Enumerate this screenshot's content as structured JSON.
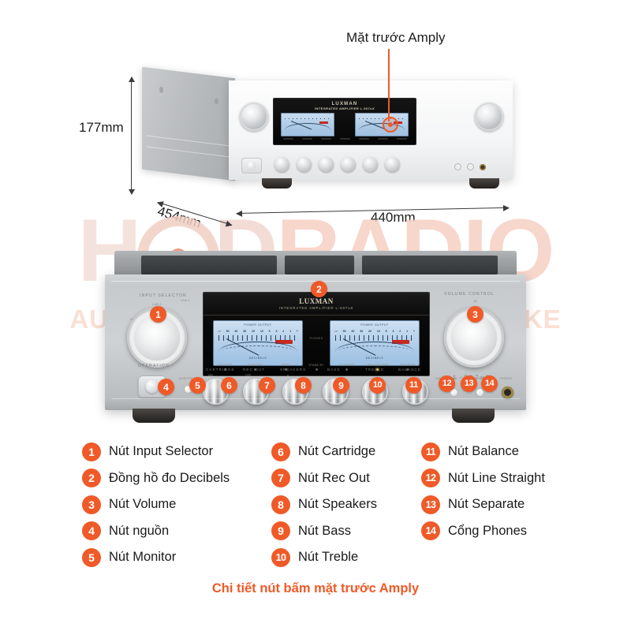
{
  "callout": {
    "label": "Mặt trước Amply"
  },
  "dimensions": {
    "height": "177mm",
    "depth": "454mm",
    "width": "440mm"
  },
  "watermark": {
    "brand_h": "H",
    "brand_d": "D",
    "brand_radio": "RADIO",
    "tagline": "AUDIO - HOME THEATER - KARAOKE"
  },
  "amplifier": {
    "brand": "LUXMAN",
    "brand_sub": "INTEGRATED AMPLIFIER L-507uX",
    "model": "L-507uX",
    "input_selector_label": "INPUT SELECTOR",
    "volume_control_label": "VOLUME CONTROL",
    "volume_unit": "dB",
    "operation_label": "OPERATION",
    "monitor_label": "MONITOR",
    "phones_label": "PHONES",
    "input_positions": [
      "LINE-1",
      "LINE-2",
      "LINE-3",
      "LINE-4",
      "BAL. LINE-1",
      "BAL. LINE-2",
      "PHONO"
    ],
    "vu_meter": {
      "title": "POWER OUTPUT",
      "unit_label": "DECIBELS",
      "scale": [
        "-∞",
        "50",
        "40",
        "30",
        "20",
        "10",
        "5",
        "3",
        "2",
        "1",
        "+"
      ]
    },
    "display_buttons": [
      {
        "label": "MONITOR",
        "active": false
      },
      {
        "label": "SUBSONIC",
        "active": false
      },
      {
        "label": "MONO",
        "active": false
      },
      {
        "label": "STAND BY",
        "active": false
      },
      {
        "label": "LOUDNESS",
        "active": false
      },
      {
        "label": "LINE STRAIGHT",
        "active": true
      },
      {
        "label": "SEPARATE",
        "active": false
      }
    ],
    "rotary_knobs": [
      {
        "label": "CARTRIDGE",
        "sub": "MM"
      },
      {
        "label": "REC OUT",
        "sub": "OFF"
      },
      {
        "label": "SPEAKERS",
        "sub": "A"
      },
      {
        "label": "BASS",
        "sub": ""
      },
      {
        "label": "TREBLE",
        "sub": ""
      },
      {
        "label": "BALANCE",
        "sub": ""
      }
    ],
    "right_mini": [
      {
        "label": "LINE STRAIGHT"
      },
      {
        "label": "SEPARATE"
      },
      {
        "label": "PHONES"
      }
    ]
  },
  "legend": {
    "columns": [
      [
        {
          "num": "1",
          "text": "Nút Input Selector"
        },
        {
          "num": "2",
          "text": "Đồng hồ đo Decibels"
        },
        {
          "num": "3",
          "text": "Nút Volume"
        },
        {
          "num": "4",
          "text": "Nút nguồn"
        },
        {
          "num": "5",
          "text": "Nút Monitor"
        }
      ],
      [
        {
          "num": "6",
          "text": "Nút Cartridge"
        },
        {
          "num": "7",
          "text": "Nút Rec Out"
        },
        {
          "num": "8",
          "text": "Nút Speakers"
        },
        {
          "num": "9",
          "text": "Nút Bass"
        },
        {
          "num": "10",
          "text": "Nút Treble"
        }
      ],
      [
        {
          "num": "11",
          "text": "Nút Balance"
        },
        {
          "num": "12",
          "text": "Nút Line Straight"
        },
        {
          "num": "13",
          "text": "Nút Separate"
        },
        {
          "num": "14",
          "text": "Cổng Phones"
        }
      ]
    ]
  },
  "markers": [
    {
      "num": "1"
    },
    {
      "num": "2"
    },
    {
      "num": "3"
    },
    {
      "num": "4"
    },
    {
      "num": "5"
    },
    {
      "num": "6"
    },
    {
      "num": "7"
    },
    {
      "num": "8"
    },
    {
      "num": "9"
    },
    {
      "num": "10"
    },
    {
      "num": "11"
    },
    {
      "num": "12"
    },
    {
      "num": "13"
    },
    {
      "num": "14"
    }
  ],
  "caption": {
    "text": "Chi tiết nút bấm mặt trước Amply"
  },
  "colors": {
    "accent": "#ef5a28",
    "text": "#1a1a1a",
    "watermark": "#f7dcd3"
  }
}
